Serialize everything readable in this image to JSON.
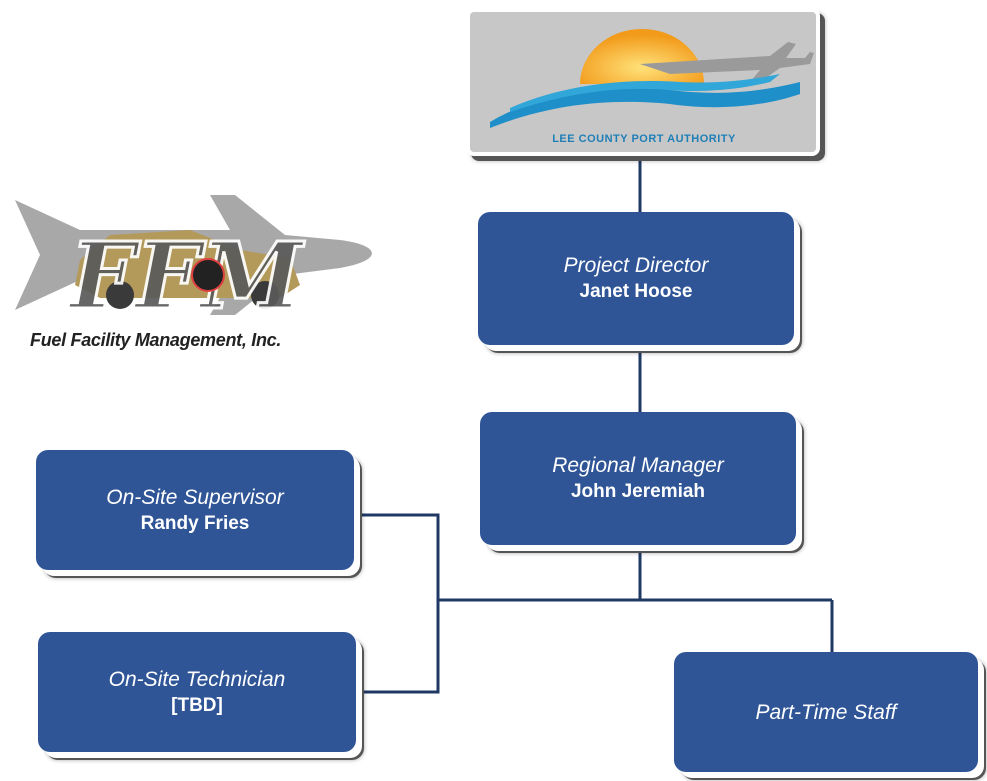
{
  "logos": {
    "port_authority": {
      "text": "LEE COUNTY PORT AUTHORITY"
    },
    "ffm": {
      "letters": "FFM",
      "caption": "Fuel Facility Management, Inc."
    }
  },
  "nodes": {
    "director": {
      "role": "Project Director",
      "name": "Janet Hoose"
    },
    "regional": {
      "role": "Regional Manager",
      "name": "John Jeremiah"
    },
    "supervisor": {
      "role": "On-Site Supervisor",
      "name": "Randy Fries"
    },
    "technician": {
      "role": "On-Site Technician",
      "name": "[TBD]"
    },
    "parttime": {
      "role": "Part-Time Staff"
    }
  },
  "colors": {
    "node_fill": "#2f5597",
    "connector": "#1f3864"
  }
}
